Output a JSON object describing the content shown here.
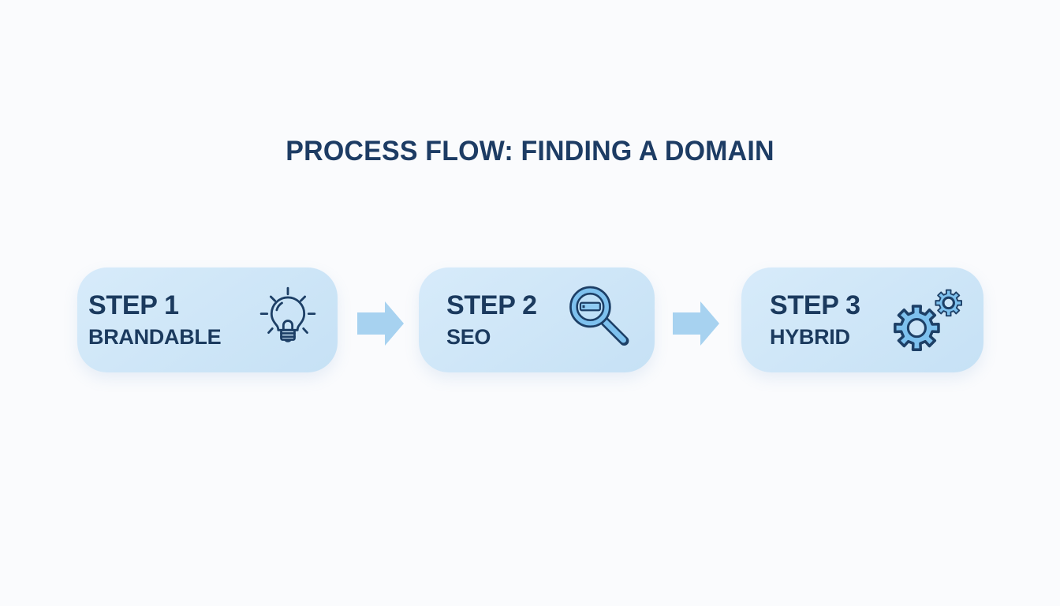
{
  "title": "PROCESS FLOW: FINDING A DOMAIN",
  "steps": [
    {
      "label": "STEP 1",
      "sublabel": "BRANDABLE",
      "icon": "lightbulb-idea-icon"
    },
    {
      "label": "STEP 2",
      "sublabel": "SEO",
      "icon": "search-magnifier-icon"
    },
    {
      "label": "STEP 3",
      "sublabel": "HYBRID",
      "icon": "gears-icon"
    }
  ],
  "arrows": [
    {
      "name": "arrow-right-1",
      "direction": "right"
    },
    {
      "name": "arrow-right-2",
      "direction": "right"
    }
  ],
  "colors": {
    "background": "#fafbfd",
    "card_fill_top": "#d7ebfa",
    "card_fill_bottom": "#c6e1f5",
    "title_text": "#1d3c64",
    "step_text": "#1b3a5e",
    "arrow": "#a7d2f0",
    "icon_outline": "#1d3f66",
    "icon_fill": "#7ec1ee",
    "icon_fill_light": "#bfe0f7",
    "bar_fill": "#8fcbf2",
    "hole_fill": "#cde5f7"
  }
}
